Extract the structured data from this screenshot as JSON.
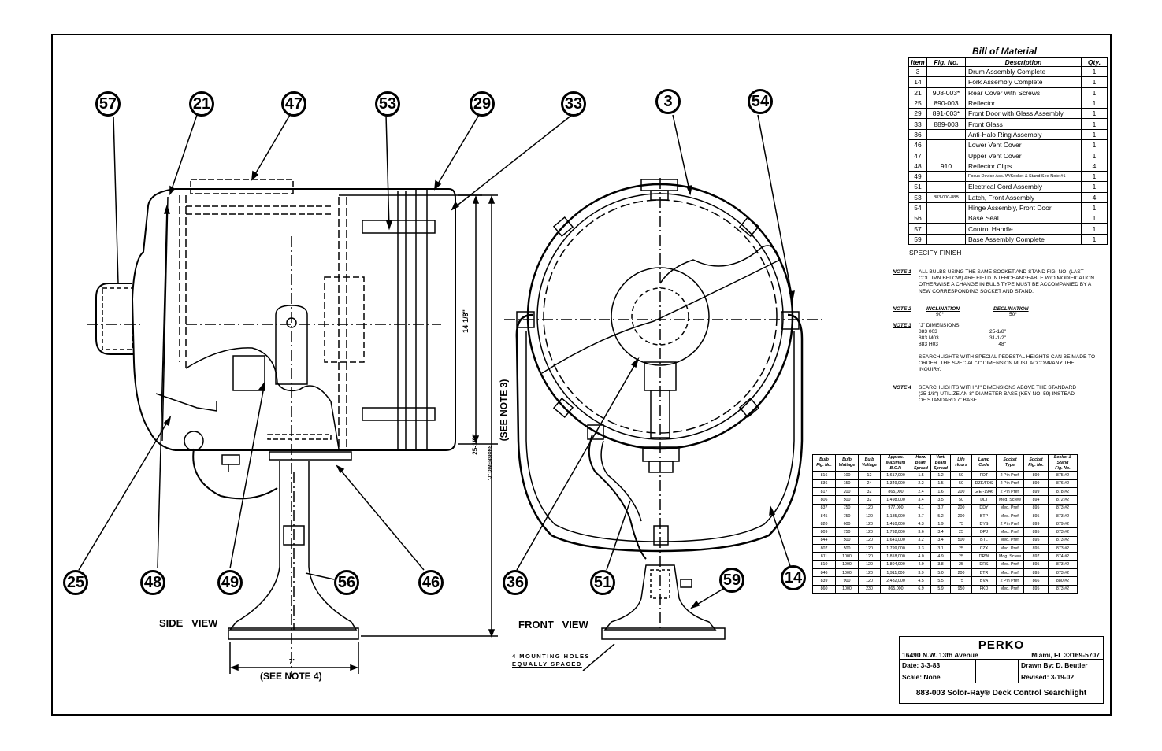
{
  "callouts": {
    "c57": "57",
    "c21": "21",
    "c47": "47",
    "c53": "53",
    "c29": "29",
    "c33": "33",
    "c3": "3",
    "c54": "54",
    "c25": "25",
    "c48": "48",
    "c49": "49",
    "c56": "56",
    "c46": "46",
    "c36": "36",
    "c51": "51",
    "c59": "59",
    "c14": "14"
  },
  "views": {
    "side": "SIDE   VIEW",
    "front": "FRONT   VIEW",
    "mounting_line1": "4 MOUNTING HOLES",
    "mounting_line2": "EQUALLY SPACED",
    "see_note_4": "(SEE NOTE 4)",
    "see_note_3": "(SEE NOTE 3)",
    "dim_7": "7\"",
    "dim_14": "14-1/8\"",
    "dim_25": "25-1/8\"",
    "j_dims": "\"J\" DIMENSIONS"
  },
  "bom": {
    "title": "Bill of Material",
    "headers": [
      "Item",
      "Fig. No.",
      "Description",
      "Qty."
    ],
    "rows": [
      [
        "3",
        "",
        "Drum Assembly Complete",
        "1"
      ],
      [
        "14",
        "",
        "Fork Assembly Complete",
        "1"
      ],
      [
        "21",
        "908-003*",
        "Rear Cover with Screws",
        "1"
      ],
      [
        "25",
        "890-003",
        "Reflector",
        "1"
      ],
      [
        "29",
        "891-003*",
        "Front Door with Glass Assembly",
        "1"
      ],
      [
        "33",
        "889-003",
        "Front Glass",
        "1"
      ],
      [
        "36",
        "",
        "Anti-Halo Ring Assembly",
        "1"
      ],
      [
        "46",
        "",
        "Lower Vent Cover",
        "1"
      ],
      [
        "47",
        "",
        "Upper Vent Cover",
        "1"
      ],
      [
        "48",
        "910",
        "Reflector Clips",
        "4"
      ],
      [
        "49",
        "",
        "Focus Device Ass. W/Socket & Stand See Note #1",
        "1"
      ],
      [
        "51",
        "",
        "Electrical Cord Assembly",
        "1"
      ],
      [
        "53",
        "883-000-88B",
        "Latch, Front Assembly",
        "4"
      ],
      [
        "54",
        "",
        "Hinge Assembly, Front Door",
        "1"
      ],
      [
        "56",
        "",
        "Base Seal",
        "1"
      ],
      [
        "57",
        "",
        "Control Handle",
        "1"
      ],
      [
        "59",
        "",
        "Base Assembly Complete",
        "1"
      ]
    ],
    "specify": "SPECIFY FINISH"
  },
  "notes": {
    "n1_head": "NOTE 1",
    "n1_text": "ALL BULBS USING THE SAME SOCKET AND STAND FIG. NO. (LAST COLUMN BELOW) ARE FIELD INTERCHANGEABLE W/O MODIFICATION. OTHERWISE A CHANGE IN BULB TYPE MUST BE ACCOMPANIED BY A NEW CORRESPONDING SOCKET AND STAND.",
    "n2_head": "NOTE 2",
    "n2_incl": "INCLINATION",
    "n2_incl_val": "90°",
    "n2_decl": "DECLINATION",
    "n2_decl_val": "50°",
    "n3_head": "NOTE 3",
    "n3_title": "\"J\" DIMENSIONS",
    "n3_rows": [
      [
        "883 003",
        "25-1/8\""
      ],
      [
        "883 M03",
        "31-1/2\""
      ],
      [
        "883 H03",
        "48\""
      ]
    ],
    "n3_text": "SEARCHLIGHTS WITH SPECIAL PEDESTAL HEIGHTS CAN BE MADE TO ORDER.  THE SPECIAL \"J\" DIMENSION MUST ACCOMPANY THE INQUIRY.",
    "n4_head": "NOTE 4",
    "n4_text": "SEARCHLIGHTS WITH \"J\" DIMENSIONS ABOVE THE STANDARD (25-1/8\") UTILIZE AN 8\" DIAMETER BASE (KEY NO. 59) INSTEAD OF STANDARD 7\" BASE."
  },
  "bulbs": {
    "headers": [
      [
        "Bulb",
        "Fig. No."
      ],
      [
        "Bulb",
        "Wattage"
      ],
      [
        "Bulb",
        "Voltage"
      ],
      [
        "Approx.",
        "Maximum",
        "B.C.P."
      ],
      [
        "Horz.",
        "Beam",
        "Spread"
      ],
      [
        "Vert.",
        "Beam",
        "Spread"
      ],
      [
        "Life",
        "Hours"
      ],
      [
        "Lamp",
        "Code"
      ],
      [
        "Socket",
        "Type"
      ],
      [
        "Socket",
        "Fig. No."
      ],
      [
        "Socket &",
        "Stand",
        "Fig. No."
      ]
    ],
    "rows": [
      [
        "816",
        "100",
        "12",
        "1,617,000",
        "1.5",
        "1.2",
        "50",
        "FDT",
        "2 Pin Pref.",
        "899",
        "875 #2"
      ],
      [
        "836",
        "150",
        "24",
        "1,349,000",
        "2.2",
        "1.5",
        "50",
        "DZE/FDS",
        "2 Pin Pref.",
        "899",
        "876 #2"
      ],
      [
        "817",
        "200",
        "32",
        "865,000",
        "2.4",
        "1.6",
        "200",
        "G.E.-1946",
        "2 Pin Pref.",
        "899",
        "878 #2"
      ],
      [
        "806",
        "500",
        "32",
        "1,498,000",
        "3.4",
        "3.5",
        "50",
        "DLT",
        "Med. Screw",
        "894",
        "872 #2"
      ],
      [
        "837",
        "750",
        "120",
        "977,000",
        "4.1",
        "3.7",
        "200",
        "DDY",
        "Med. Pref.",
        "895",
        "873 #2"
      ],
      [
        "845",
        "750",
        "120",
        "1,185,000",
        "3.7",
        "5.2",
        "200",
        "BTP",
        "Med. Pref.",
        "895",
        "873 #2"
      ],
      [
        "820",
        "600",
        "120",
        "1,410,000",
        "4.3",
        "1.9",
        "75",
        "DYS",
        "2 Pin Pref.",
        "899",
        "879 #2"
      ],
      [
        "809",
        "750",
        "120",
        "1,792,000",
        "3.6",
        "3.4",
        "25",
        "DPJ",
        "Med. Pref.",
        "895",
        "873 #2"
      ],
      [
        "844",
        "500",
        "120",
        "1,641,000",
        "3.2",
        "3.4",
        "500",
        "BTL",
        "Med. Pref.",
        "895",
        "873 #2"
      ],
      [
        "807",
        "500",
        "120",
        "1,799,000",
        "3.3",
        "3.1",
        "25",
        "CZX",
        "Med. Pref.",
        "895",
        "873 #2"
      ],
      [
        "811",
        "1000",
        "120",
        "1,818,000",
        "4.0",
        "4.9",
        "25",
        "DRW",
        "Mog. Screw",
        "897",
        "874 #2"
      ],
      [
        "810",
        "1000",
        "120",
        "1,804,000",
        "4.0",
        "3.8",
        "25",
        "DRS",
        "Med. Pref.",
        "895",
        "873 #2"
      ],
      [
        "846",
        "1000",
        "120",
        "1,911,000",
        "3.9",
        "5.0",
        "200",
        "BTR",
        "Med. Pref.",
        "895",
        "873 #2"
      ],
      [
        "839",
        "900",
        "120",
        "2,482,000",
        "4.5",
        "5.5",
        "75",
        "BVA",
        "2 Pin Pref.",
        "866",
        "880 #2"
      ],
      [
        "860",
        "1000",
        "230",
        "865,000",
        "6.9",
        "5.9",
        "950",
        "FKD",
        "Med. Pref.",
        "895",
        "873 #2"
      ]
    ]
  },
  "title_block": {
    "brand": "PERKO",
    "address": "16490 N.W. 13th Avenue",
    "city": "Miami, FL 33169-5707",
    "date": "Date:  3-3-83",
    "drawn": "Drawn By:    D. Beutler",
    "scale": "Scale:  None",
    "revised": "Revised:  3-19-02",
    "title": "883-003 Solor-Ray® Deck Control Searchlight"
  }
}
